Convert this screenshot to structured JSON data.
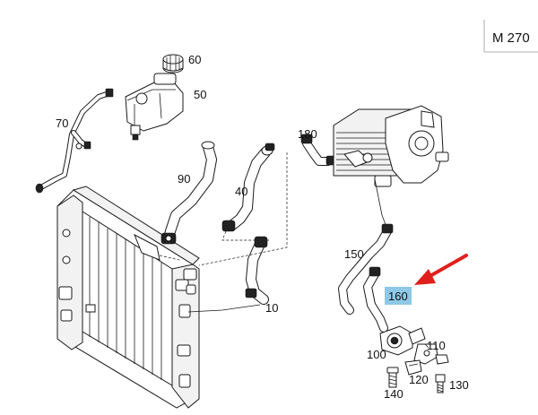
{
  "engine_code": "M 270",
  "highlight_color": "#8ec8e6",
  "arrow_color": "#e0201c",
  "labels": {
    "p10": "10",
    "p40": "40",
    "p50": "50",
    "p60": "60",
    "p70": "70",
    "p90": "90",
    "p100": "100",
    "p110": "110",
    "p120": "120",
    "p130": "130",
    "p140": "140",
    "p150": "150",
    "p160": "160",
    "p180": "180"
  },
  "highlighted_part": "160"
}
